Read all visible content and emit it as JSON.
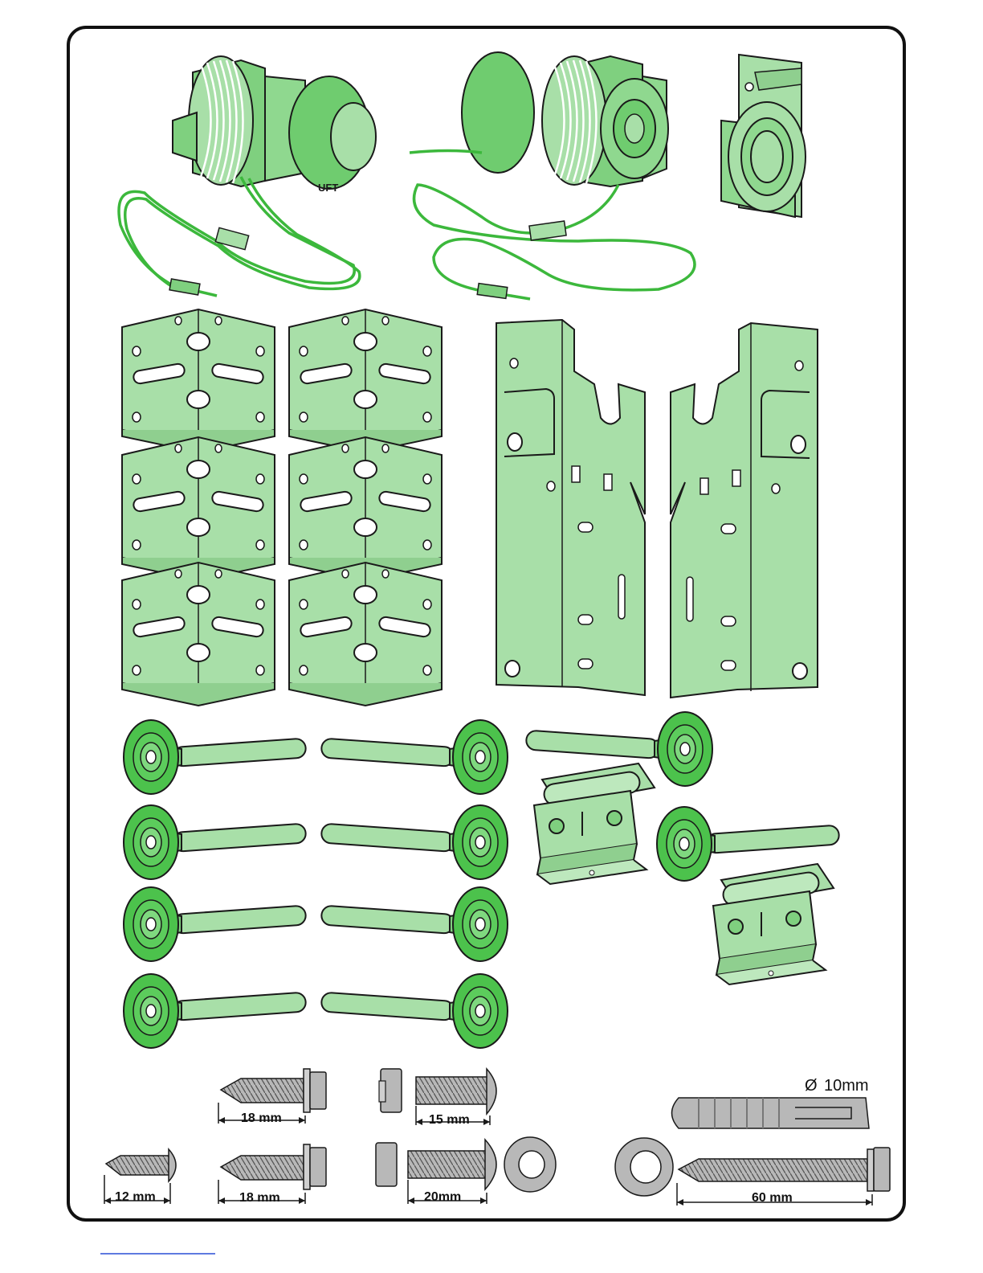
{
  "sheet": {
    "title": "",
    "colors": {
      "part_fill": "#a8dfa8",
      "part_fill_dark": "#5cc75c",
      "cable": "#3cb83c",
      "outline": "#1a1a1a",
      "hardware": "#b8b8b8",
      "frame": "#111111"
    }
  },
  "parts": {
    "cable_drums": [
      "cable-drum-left",
      "cable-drum-right"
    ],
    "drum_label": "UFT",
    "center_bearing": "center-bearing-plate",
    "angle_brackets_count": 6,
    "end_brackets": [
      "end-bracket-left",
      "end-bracket-right"
    ],
    "rollers_count": 10,
    "roller_hinges_count": 2
  },
  "fasteners": {
    "screw_18_top": "18 mm",
    "bolt_15": "15 mm",
    "anchor_diameter": "10mm",
    "screw_12": "12 mm",
    "screw_18_bottom": "18 mm",
    "bolt_20": "20mm",
    "lag_60": "60 mm"
  }
}
